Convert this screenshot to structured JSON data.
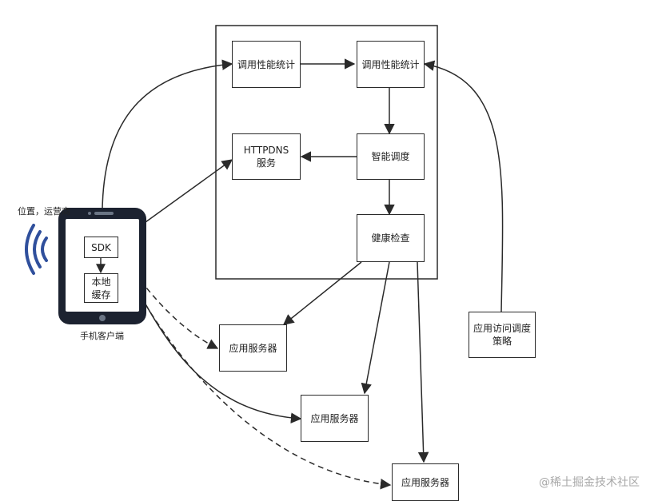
{
  "nodes": {
    "perf_stat_left": "调用性能统计",
    "perf_stat_right": "调用性能统计",
    "httpdns": "HTTPDNS\n服务",
    "smart_schedule": "智能调度",
    "health_check": "健康检查",
    "sdk": "SDK",
    "local_cache": "本地\n缓存",
    "app_server_1": "应用服务器",
    "app_server_2": "应用服务器",
    "app_server_3": "应用服务器",
    "access_policy": "应用访问调度\n策略"
  },
  "labels": {
    "location": "位置，运营商",
    "phone_client": "手机客户端"
  },
  "watermark": "@稀土掘金技术社区",
  "colors": {
    "line": "#2a2a2a",
    "phone_body": "#1c2230",
    "signal": "#2f4f9c"
  },
  "icons": {
    "signal": "wifi-signal-icon",
    "phone": "mobile-phone-icon"
  }
}
